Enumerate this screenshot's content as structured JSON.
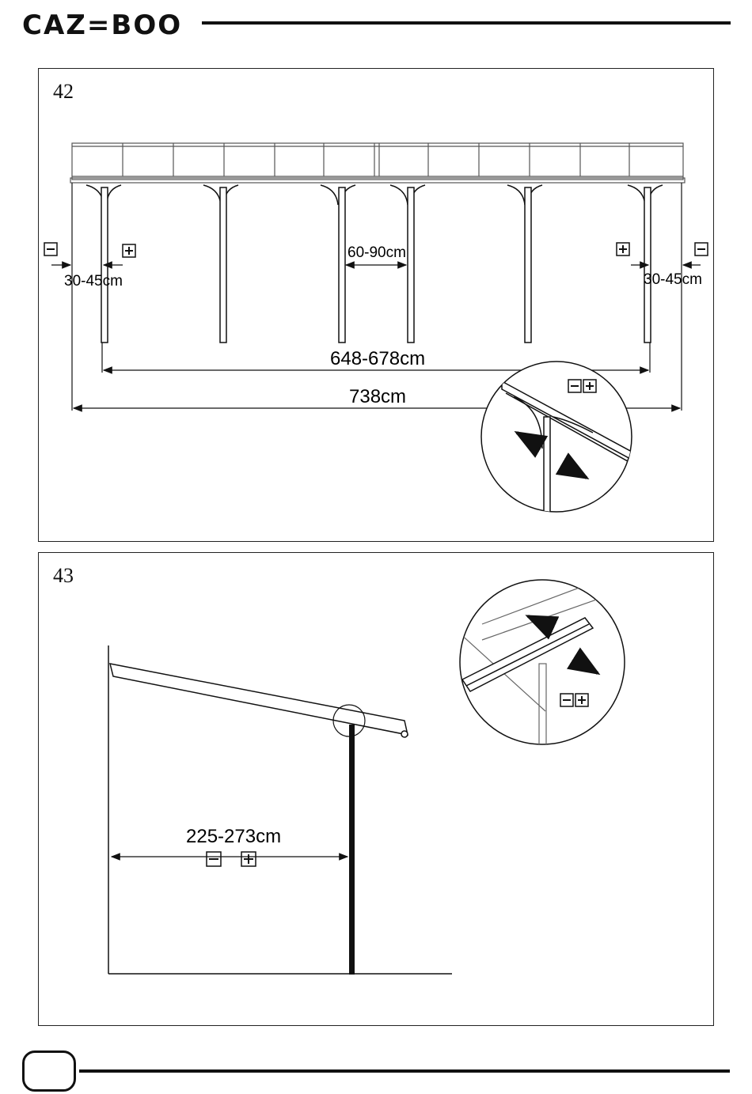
{
  "header": {
    "brand": "CAZ=BOO"
  },
  "step42": {
    "number": "42",
    "dims": {
      "edge_left": "30-45cm",
      "edge_right": "30-45cm",
      "gap": "60-90cm",
      "posts_span": "648-678cm",
      "total": "738cm"
    },
    "symbols": {
      "minus": "−",
      "plus": "+"
    }
  },
  "step43": {
    "number": "43",
    "dims": {
      "height": "225-273cm"
    },
    "symbols": {
      "minus": "−",
      "plus": "+"
    }
  },
  "colors": {
    "ink": "#111111",
    "light": "#888888"
  }
}
